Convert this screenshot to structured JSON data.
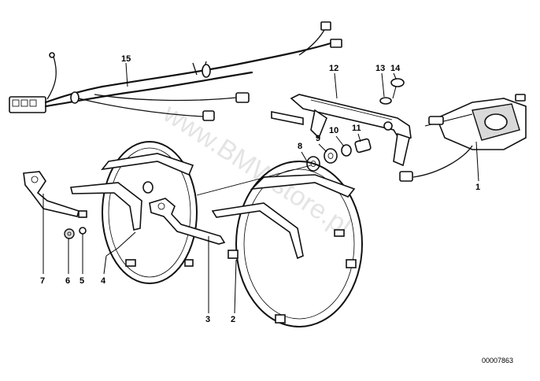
{
  "watermark": "www.BMWstore.pl",
  "document_number": "00007863",
  "callouts": [
    {
      "id": "c1",
      "label": "1"
    },
    {
      "id": "c2",
      "label": "2"
    },
    {
      "id": "c3",
      "label": "3"
    },
    {
      "id": "c4",
      "label": "4"
    },
    {
      "id": "c5",
      "label": "5"
    },
    {
      "id": "c6",
      "label": "6"
    },
    {
      "id": "c7",
      "label": "7"
    },
    {
      "id": "c8",
      "label": "8"
    },
    {
      "id": "c9",
      "label": "9"
    },
    {
      "id": "c10",
      "label": "10"
    },
    {
      "id": "c11",
      "label": "11"
    },
    {
      "id": "c12",
      "label": "12"
    },
    {
      "id": "c13",
      "label": "13"
    },
    {
      "id": "c14",
      "label": "14"
    },
    {
      "id": "c15",
      "label": "15"
    }
  ]
}
